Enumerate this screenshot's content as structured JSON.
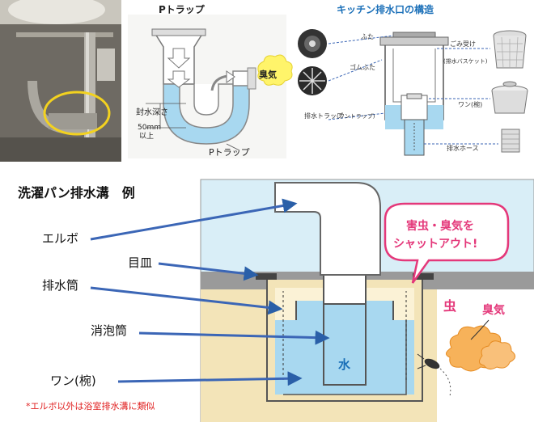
{
  "p_trap_panel": {
    "title": "Pトラップ",
    "seal_depth_label": "封水深さ",
    "depth_note_line1": "50mm",
    "depth_note_line2": "以上",
    "odor_label": "臭気",
    "bottom_label": "Pトラップ"
  },
  "kitchen_panel": {
    "title": "キッチン排水口の構造",
    "labels": {
      "lid": "ふた",
      "rubber_lid": "ゴムふた",
      "basket": "ごみ受け",
      "basket_sub": "(排水バスケット)",
      "trap": "排水トラップ",
      "trap_sub": "(ワントラップ)",
      "bowl": "ワン(椀)",
      "hose": "排水ホース"
    }
  },
  "washer_panel": {
    "title": "洗濯パン排水溝　例",
    "labels": {
      "elbow": "エルボ",
      "plate": "目皿",
      "drain_tube": "排水筒",
      "foam_tube": "消泡筒",
      "bowl": "ワン(椀)"
    },
    "water_label": "水",
    "bug_label": "虫",
    "odor_label": "臭気",
    "bubble_line1": "害虫・臭気を",
    "bubble_line2": "シャットアウト!",
    "footnote": "*エルボ以外は浴室排水溝に類似"
  },
  "colors": {
    "arrow_blue": "#3b66b6",
    "water_blue": "#a8d8f0",
    "bubble_pink": "#e4387a",
    "title_blue": "#1a6fb8",
    "footnote_red": "#e02020",
    "odor_orange": "#e8912c"
  }
}
